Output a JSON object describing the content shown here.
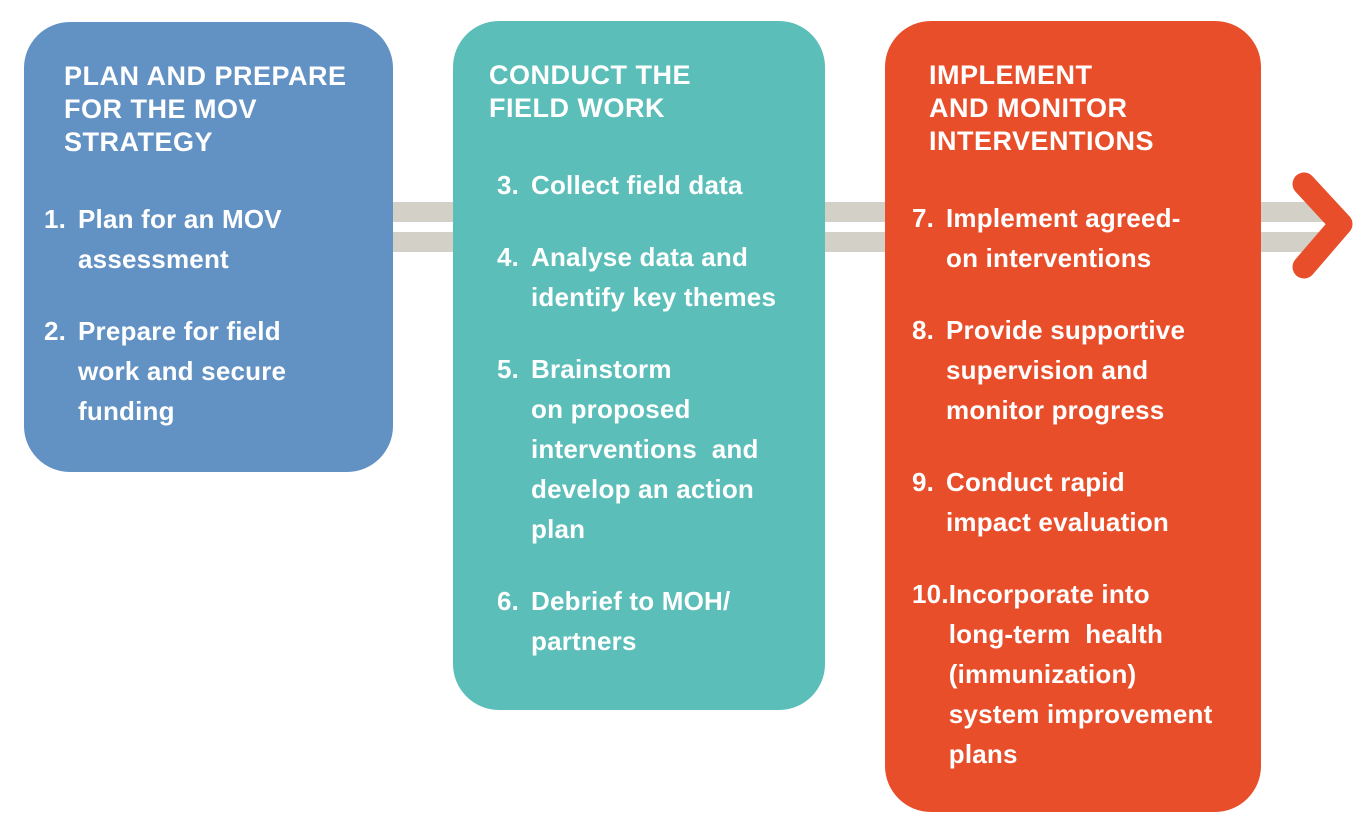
{
  "diagram": {
    "name": "MOV strategy process flow",
    "background": "#ffffff",
    "connector_color": "#d3d0c8",
    "arrow_color": "#e94e2b",
    "arrow_icon": "chevron-right-icon",
    "text_color": "#ffffff"
  },
  "columns": [
    {
      "name": "plan-and-prepare",
      "color": "#6291c4",
      "title_lines": [
        "PLAN AND PREPARE",
        "FOR THE MOV",
        "STRATEGY"
      ],
      "items": [
        {
          "num": "1.",
          "lines": [
            "Plan for an MOV",
            "assessment"
          ]
        },
        {
          "num": "2.",
          "lines": [
            "Prepare for field",
            "work and secure",
            "funding"
          ]
        }
      ]
    },
    {
      "name": "conduct-the-field-work",
      "color": "#5bbeb8",
      "title_lines": [
        "CONDUCT THE",
        "FIELD WORK"
      ],
      "items": [
        {
          "num": "3.",
          "lines": [
            "Collect field data"
          ]
        },
        {
          "num": "4.",
          "lines": [
            "Analyse data and",
            "identify key themes"
          ]
        },
        {
          "num": "5.",
          "lines": [
            "Brainstorm",
            "on proposed",
            "interventions  and",
            "develop an action",
            "plan"
          ]
        },
        {
          "num": "6.",
          "lines": [
            "Debrief to MOH/",
            "partners"
          ]
        }
      ]
    },
    {
      "name": "implement-and-monitor-interventions",
      "color": "#e94e2b",
      "title_lines": [
        "IMPLEMENT",
        "AND MONITOR",
        "INTERVENTIONS"
      ],
      "items": [
        {
          "num": "7.",
          "lines": [
            "Implement agreed-",
            "on interventions"
          ]
        },
        {
          "num": "8.",
          "lines": [
            "Provide supportive",
            "supervision and",
            "monitor progress"
          ]
        },
        {
          "num": "9.",
          "lines": [
            "Conduct rapid",
            "impact evaluation"
          ]
        },
        {
          "num": "10.",
          "lines": [
            "Incorporate into",
            "long-term  health",
            "(immunization)",
            "system improvement",
            "plans"
          ]
        }
      ]
    }
  ]
}
